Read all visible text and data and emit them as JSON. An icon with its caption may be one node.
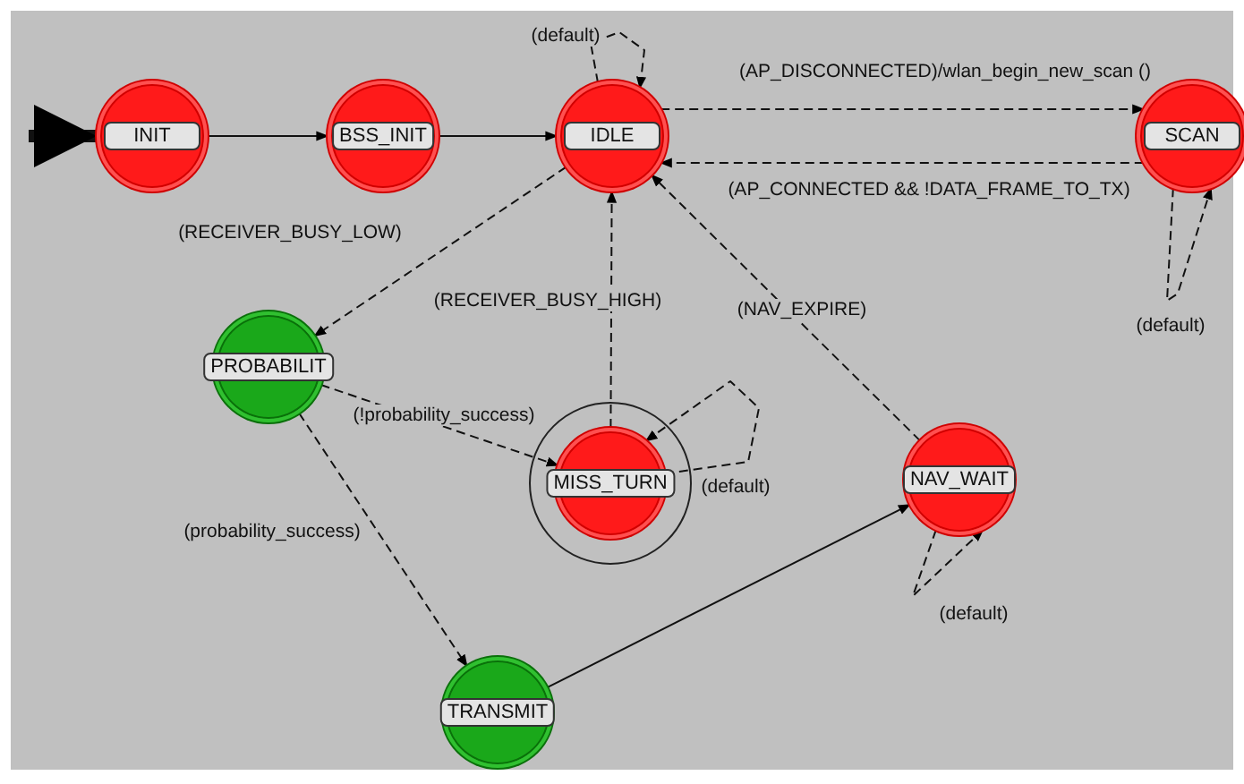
{
  "diagram": {
    "nodes": [
      {
        "text": [
          "INIT"
        ]
      },
      {
        "text": [
          "BSS_INIT"
        ]
      },
      {
        "text": [
          "IDLE"
        ]
      },
      {
        "text": [
          "SCAN"
        ]
      },
      {
        "text": [
          "PROBABILIT"
        ]
      },
      {
        "text": [
          "MISS_TURN"
        ]
      },
      {
        "text": [
          "NAV_WAIT"
        ]
      },
      {
        "text": [
          "TRANSMIT"
        ]
      }
    ],
    "edges": [
      {
        "from": null,
        "to": 0,
        "arrow": "to",
        "style": "thick"
      },
      {
        "from": 0,
        "to": 1,
        "arrow": "to"
      },
      {
        "from": 1,
        "to": 2,
        "arrow": "to"
      },
      {
        "from": 2,
        "to": 2,
        "arrow": "to",
        "style": "dashed",
        "label": "(default)"
      },
      {
        "from": 2,
        "to": 3,
        "arrow": "to",
        "style": "dashed",
        "label": "(AP_DISCONNECTED)/wlan_begin_new_scan ()"
      },
      {
        "from": 3,
        "to": 2,
        "arrow": "to",
        "style": "dashed",
        "label": "(AP_CONNECTED && !DATA_FRAME_TO_TX)"
      },
      {
        "from": 3,
        "to": 3,
        "arrow": "to",
        "style": "dashed",
        "label": "(default)"
      },
      {
        "from": 2,
        "to": 4,
        "arrow": "to",
        "style": "dashed",
        "label": "(RECEIVER_BUSY_LOW)"
      },
      {
        "from": 5,
        "to": 2,
        "arrow": "to",
        "style": "dashed",
        "label": "(RECEIVER_BUSY_HIGH)"
      },
      {
        "from": 6,
        "to": 2,
        "arrow": "to",
        "style": "dashed",
        "label": "(NAV_EXPIRE)"
      },
      {
        "from": 4,
        "to": 5,
        "arrow": "to",
        "style": "dashed",
        "label": "(!probability_success)"
      },
      {
        "from": 4,
        "to": 7,
        "arrow": "to",
        "style": "dashed",
        "label": "(probability_success)"
      },
      {
        "from": 5,
        "to": 5,
        "arrow": "to",
        "style": "dashed",
        "label": "(default)"
      },
      {
        "from": 7,
        "to": 6,
        "arrow": "to"
      },
      {
        "from": 6,
        "to": 6,
        "arrow": "to",
        "style": "dashed",
        "label": "(default)"
      }
    ]
  }
}
